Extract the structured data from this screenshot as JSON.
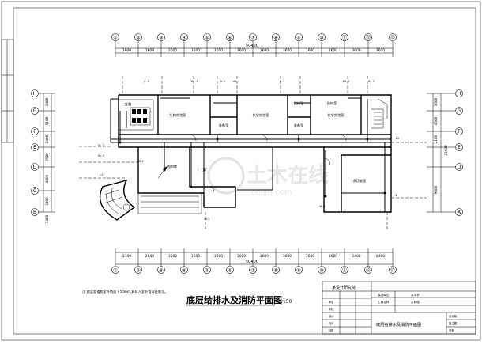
{
  "drawing": {
    "title": "底层给排水及消防平面图",
    "scale": "1:150",
    "note": "注:底层管道和室外地面下50mm,具体入室外管沟处做法。",
    "watermark": "土木在线",
    "watermark_sub": "coi88.com"
  },
  "axes": {
    "top": [
      "①",
      "②",
      "③",
      "④",
      "⑤",
      "⑥",
      "⑦",
      "⑧",
      "⑨",
      "⑩",
      "⑪",
      "⑫",
      "⑬"
    ],
    "bottom": [
      "①",
      "②",
      "③",
      "④",
      "⑤",
      "⑥",
      "⑦",
      "⑧",
      "⑨",
      "⑩",
      "⑪",
      "⑫",
      "⑬"
    ],
    "left": [
      "H",
      "G",
      "F",
      "E",
      "D",
      "C",
      "B"
    ],
    "right": [
      "H",
      "G",
      "F",
      "E",
      "D",
      "A"
    ]
  },
  "dimensions": {
    "top_total": "50400",
    "top_segments": [
      "3600",
      "3600",
      "3600",
      "3600",
      "3600",
      "3600",
      "3600",
      "3600",
      "3600",
      "3600",
      "3600",
      "3600"
    ],
    "bottom_total": "50400",
    "bottom_segments": [
      "2100",
      "2640",
      "3600",
      "3600",
      "3600",
      "3600",
      "3600",
      "3600",
      "3600",
      "3600",
      "2400",
      "8400"
    ],
    "left": [
      "2400",
      "5100",
      "2400",
      "3900",
      "4800",
      "3400",
      "3480"
    ],
    "right": [
      "3600",
      "4500",
      "21600",
      "2100",
      "9000"
    ]
  },
  "rooms": [
    {
      "id": "r1",
      "label": "女厕"
    },
    {
      "id": "r2",
      "label": "生物实验室"
    },
    {
      "id": "r3",
      "label": "准备室"
    },
    {
      "id": "r4",
      "label": "化学实验室"
    },
    {
      "id": "r5",
      "label": "器材室"
    },
    {
      "id": "r6",
      "label": "准备室"
    },
    {
      "id": "r7",
      "label": "化学实验室"
    },
    {
      "id": "r8",
      "label": "器材室"
    },
    {
      "id": "r9",
      "label": "门厅"
    },
    {
      "id": "r10",
      "label": "图书库"
    },
    {
      "id": "r11",
      "label": "多功能室"
    }
  ],
  "pipe_labels": [
    "JL-1",
    "WL-1",
    "JL-2",
    "WL-2",
    "JL-3",
    "WL-3",
    "XL-1",
    "XL-2",
    "XL-3",
    "J-1",
    "W-1",
    "W-2",
    "W-3",
    "J-2",
    "J-3"
  ],
  "title_block": {
    "institute": "某设计研究院",
    "project_label": "建设单位",
    "project_value": "某中学",
    "subproject_label": "工程名称",
    "subproject_value": "实验楼",
    "rows": [
      "审定",
      "审核",
      "设计",
      "校对",
      "制图"
    ],
    "sheet_name": "底层给排水及消防平面图",
    "design_stage": "设计号",
    "stage_value": "施工图",
    "date": "日期"
  },
  "colors": {
    "line": "#000000",
    "watermark": "#e3e3e3",
    "background": "#ffffff"
  }
}
